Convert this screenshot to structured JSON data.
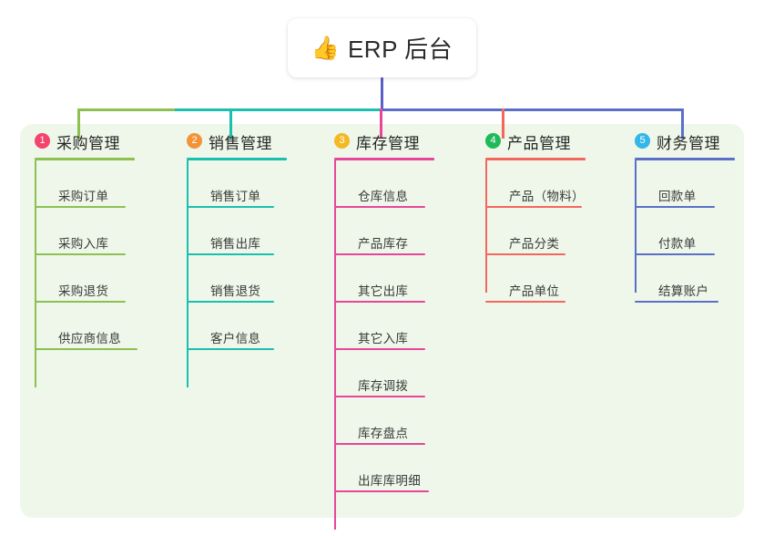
{
  "root": {
    "icon": "thumbs-up-emoji",
    "emoji": "👍",
    "title": "ERP 后台"
  },
  "palette": {
    "panel_bg": "#eef7e9",
    "page_bg": "#ffffff",
    "root_trunk": "#5b5fc7"
  },
  "columns": [
    {
      "number": "1",
      "title": "采购管理",
      "badge_color": "#f4436c",
      "line_color": "#8cc152",
      "items": [
        {
          "label": "采购订单"
        },
        {
          "label": "采购入库"
        },
        {
          "label": "采购退货"
        },
        {
          "label": "供应商信息"
        }
      ]
    },
    {
      "number": "2",
      "title": "销售管理",
      "badge_color": "#f39337",
      "line_color": "#1bbfb0",
      "items": [
        {
          "label": "销售订单"
        },
        {
          "label": "销售出库"
        },
        {
          "label": "销售退货"
        },
        {
          "label": "客户信息"
        }
      ]
    },
    {
      "number": "3",
      "title": "库存管理",
      "badge_color": "#f5b825",
      "line_color": "#e8469b",
      "items": [
        {
          "label": "仓库信息"
        },
        {
          "label": "产品库存"
        },
        {
          "label": "其它出库"
        },
        {
          "label": "其它入库"
        },
        {
          "label": "库存调拨"
        },
        {
          "label": "库存盘点"
        },
        {
          "label": "出库库明细"
        }
      ]
    },
    {
      "number": "4",
      "title": "产品管理",
      "badge_color": "#1fb95a",
      "line_color": "#f4675e",
      "items": [
        {
          "label": "产品（物料）"
        },
        {
          "label": "产品分类"
        },
        {
          "label": "产品单位"
        }
      ]
    },
    {
      "number": "5",
      "title": "财务管理",
      "badge_color": "#35b6e8",
      "line_color": "#5b6fc7",
      "items": [
        {
          "label": "回款单"
        },
        {
          "label": "付款单"
        },
        {
          "label": "结算账户"
        }
      ]
    }
  ]
}
